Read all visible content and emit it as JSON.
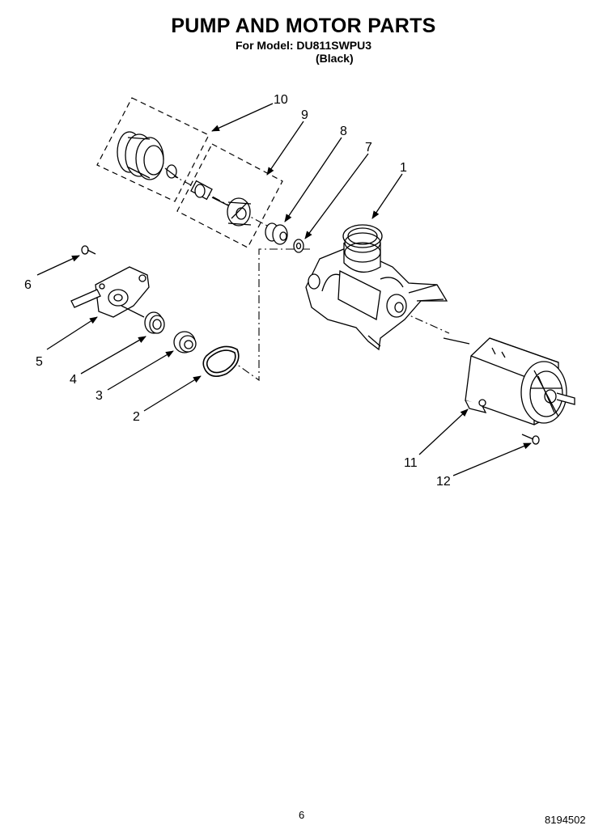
{
  "header": {
    "title": "PUMP AND MOTOR PARTS",
    "model_line": "For Model: DU811SWPU3",
    "color_line": "(Black)"
  },
  "callouts": [
    "1",
    "2",
    "3",
    "4",
    "5",
    "6",
    "7",
    "8",
    "9",
    "10",
    "11",
    "12"
  ],
  "footer": {
    "page_number": "6",
    "document_number": "8194502"
  }
}
